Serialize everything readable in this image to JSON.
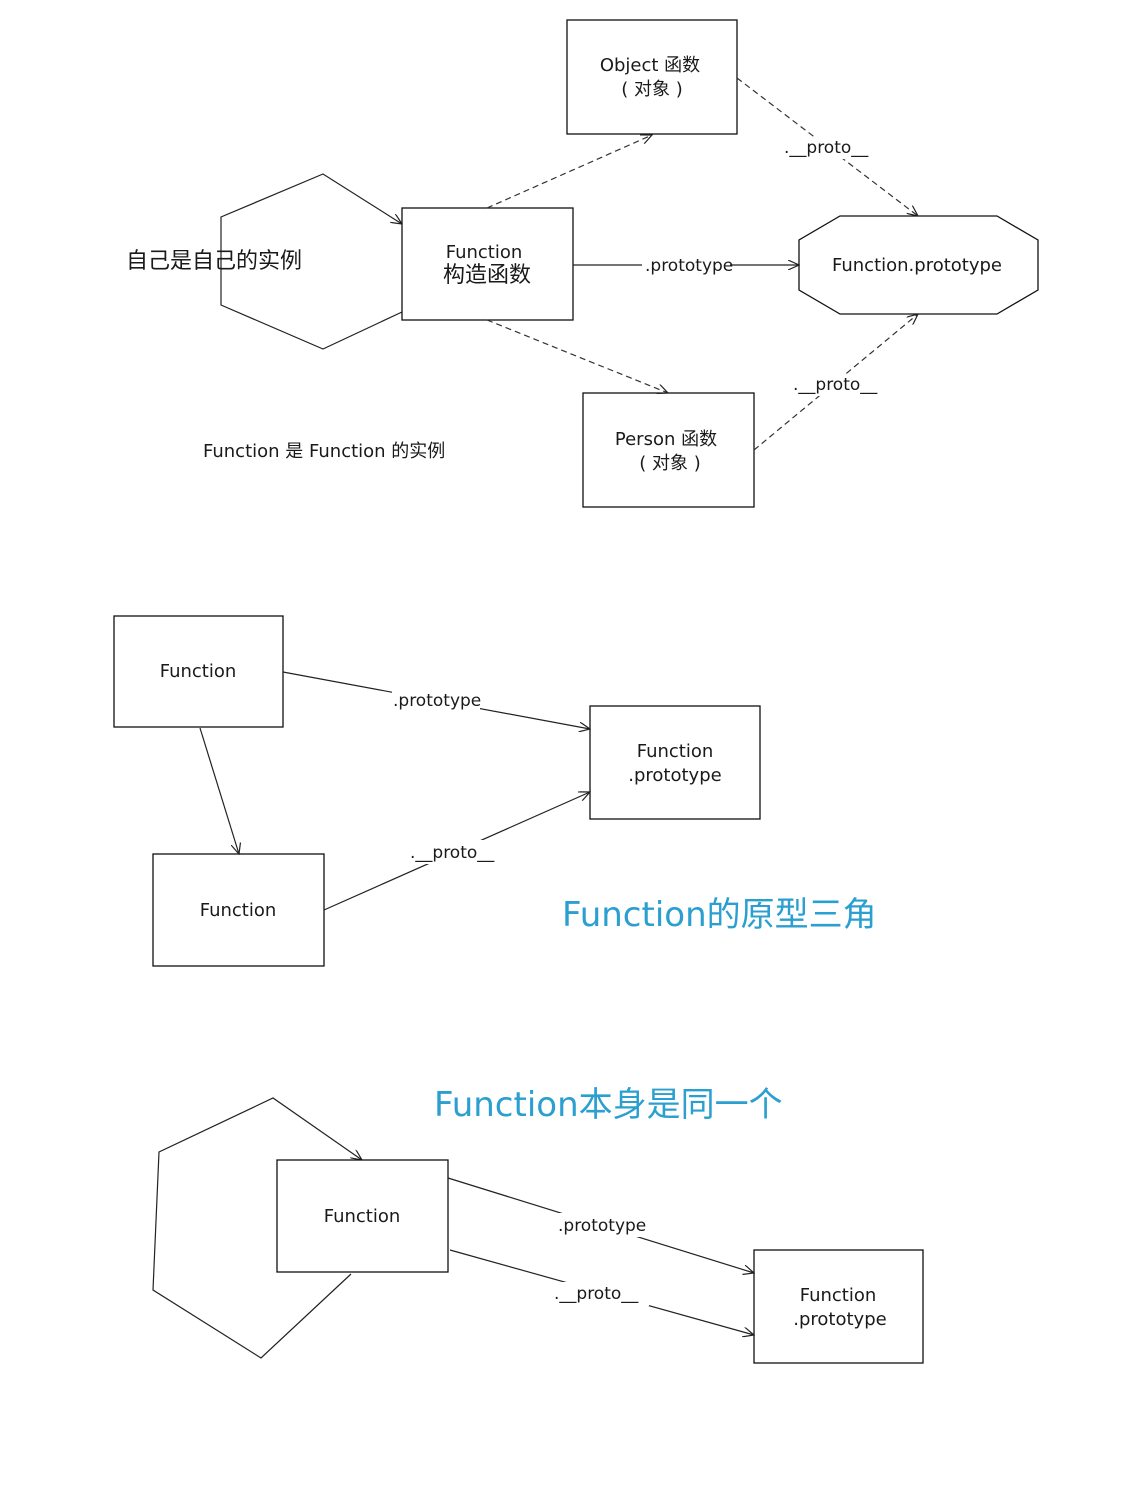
{
  "diagram1": {
    "self_instance_label": "自己是自己的实例",
    "function_constructor": {
      "line1": "Function",
      "line2": "构造函数"
    },
    "object_box": {
      "line1": "Object 函数",
      "line2": "( 对象 )"
    },
    "person_box": {
      "line1": "Person 函数",
      "line2": "( 对象 )"
    },
    "function_prototype": "Function.prototype",
    "edge_prototype": ".prototype",
    "edge_proto_object": ".__proto__",
    "edge_proto_person": ".__proto__",
    "instance_note": "Function 是 Function 的实例"
  },
  "diagram2": {
    "function_top": "Function",
    "function_bottom": "Function",
    "prototype_box": {
      "line1": "Function",
      "line2": ".prototype"
    },
    "edge_prototype": ".prototype",
    "edge_proto": ".__proto__",
    "caption": "Function的原型三角"
  },
  "diagram3": {
    "caption": "Function本身是同一个",
    "function_box": "Function",
    "prototype_box": {
      "line1": "Function",
      "line2": ".prototype"
    },
    "edge_prototype": ".prototype",
    "edge_proto": ".__proto__"
  },
  "colors": {
    "caption": "#2b9fd0",
    "ink": "#1a1a1a"
  }
}
